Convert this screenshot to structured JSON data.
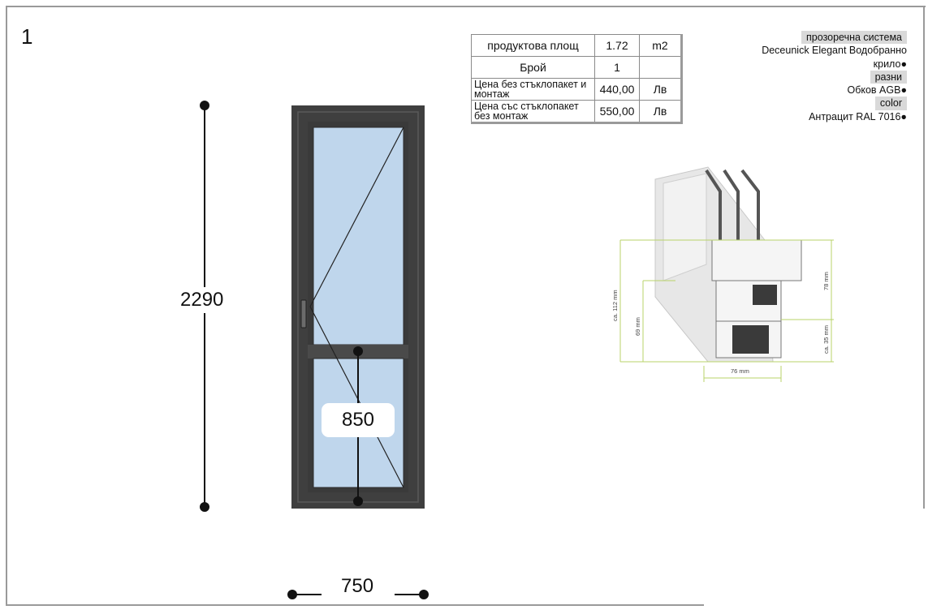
{
  "sheet_number": "1",
  "spec_table": {
    "rows": [
      {
        "label": "продуктова площ",
        "value": "1.72",
        "unit": "m2"
      },
      {
        "label": "Брой",
        "value": "1",
        "unit": ""
      },
      {
        "label": "Цена без стъклопакет и монтаж",
        "value": "440,00",
        "unit": "Лв"
      },
      {
        "label": "Цена със стъклопакет без монтаж",
        "value": "550,00",
        "unit": "Лв"
      }
    ]
  },
  "properties": {
    "system_tag": "прозоречна система",
    "system_value": "Deceunick Elegant Водобранно",
    "system_value2": "крило●",
    "misc_tag": "разни",
    "misc_value": "Обков AGB●",
    "color_tag": "color",
    "color_value": "Антрацит RAL 7016●"
  },
  "dimensions": {
    "height": "2290",
    "width": "750",
    "lower_panel": "850"
  },
  "profile_labels": {
    "ca112": "ca. 112 mm",
    "d69": "69 mm",
    "d78": "78 mm",
    "ca35": "ca. 35 mm",
    "d76": "76 mm"
  },
  "colors": {
    "frame": "#3f3f3f",
    "glass": "#bfd6ec",
    "dimension_line": "#111111",
    "border": "#9a9a9a",
    "tag_bg": "#d9d9d9",
    "measure_green": "#b8d36a"
  }
}
